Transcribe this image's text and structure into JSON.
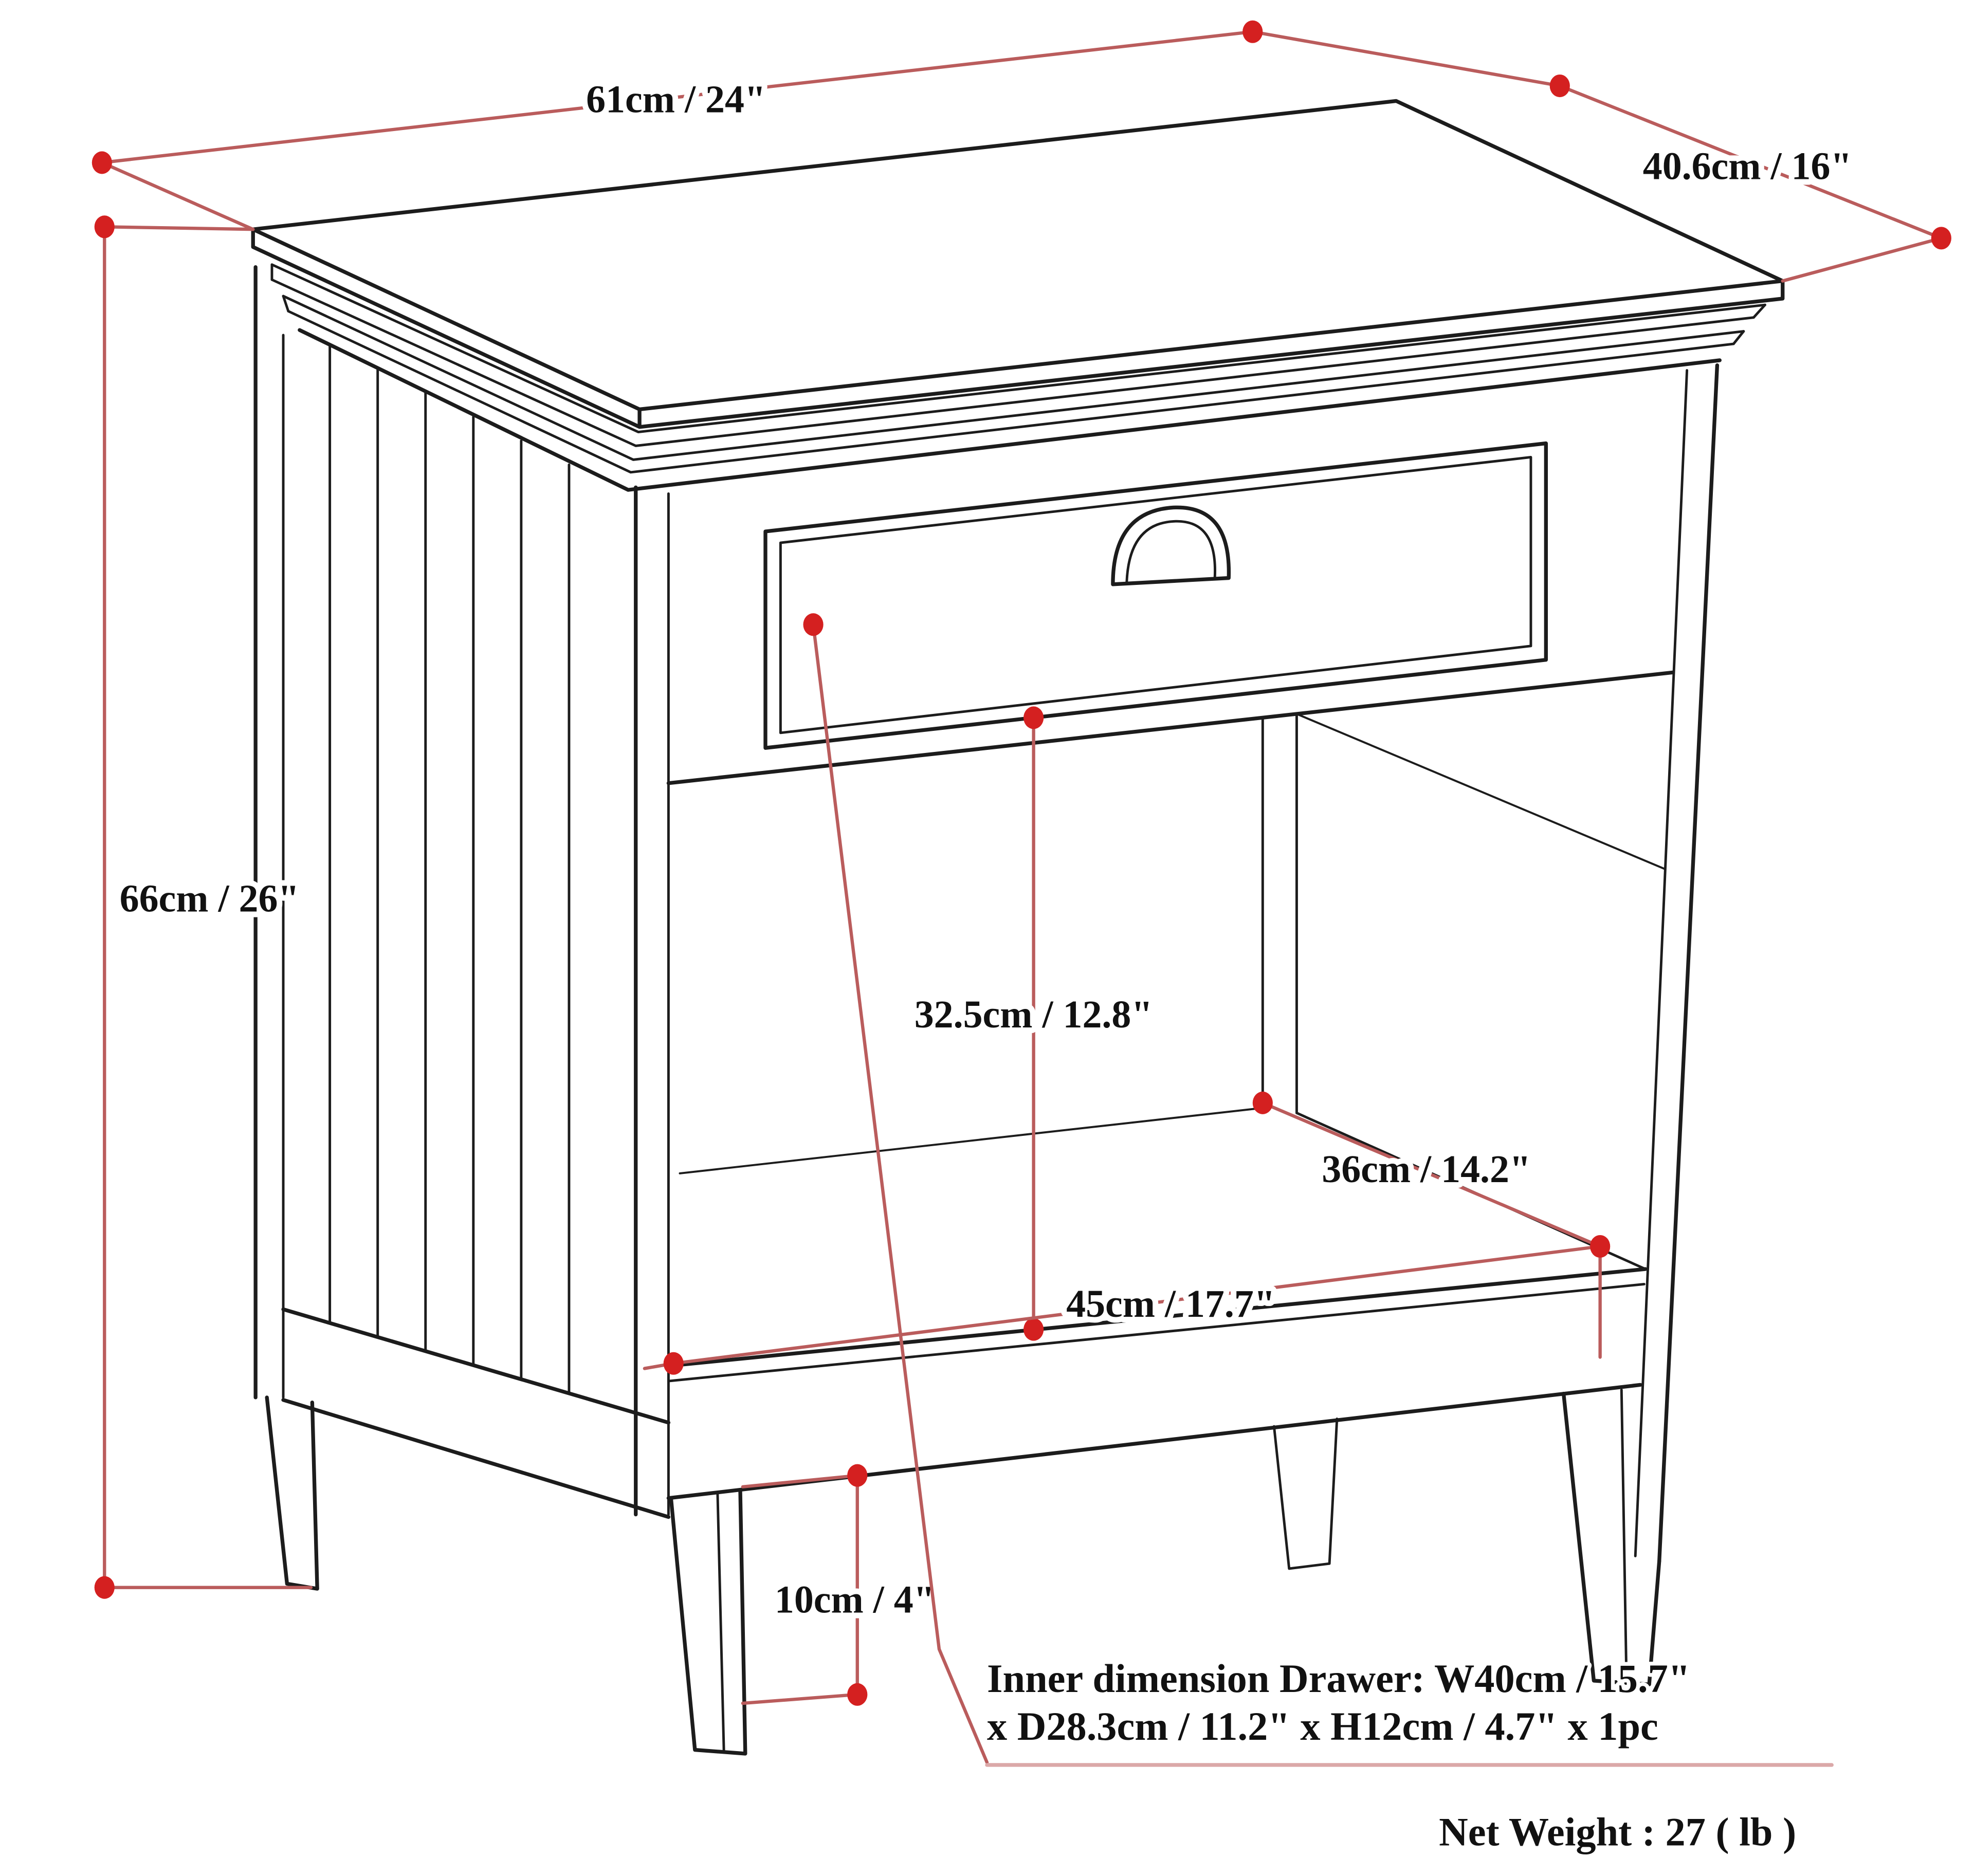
{
  "diagram": {
    "title": "nightstand-dimension-diagram",
    "dimensions": {
      "top_width": "61cm / 24\"",
      "top_depth": "40.6cm / 16\"",
      "overall_height": "66cm / 26\"",
      "open_space_height": "32.5cm / 12.8\"",
      "shelf_depth": "36cm / 14.2\"",
      "shelf_width": "45cm / 17.7\"",
      "leg_height": "10cm / 4\""
    },
    "notes": {
      "drawer_inner_line1": "Inner dimension Drawer: W40cm / 15.7\"",
      "drawer_inner_line2": "x D28.3cm / 11.2\" x H12cm / 4.7\" x 1pc",
      "net_weight": "Net Weight : 27 ( lb )"
    },
    "colors": {
      "ink": "#1c1c1c",
      "dim": "#ba5c5c",
      "dotc": "#d42020",
      "under": "#dba8a8",
      "bg": "#ffffff"
    }
  }
}
